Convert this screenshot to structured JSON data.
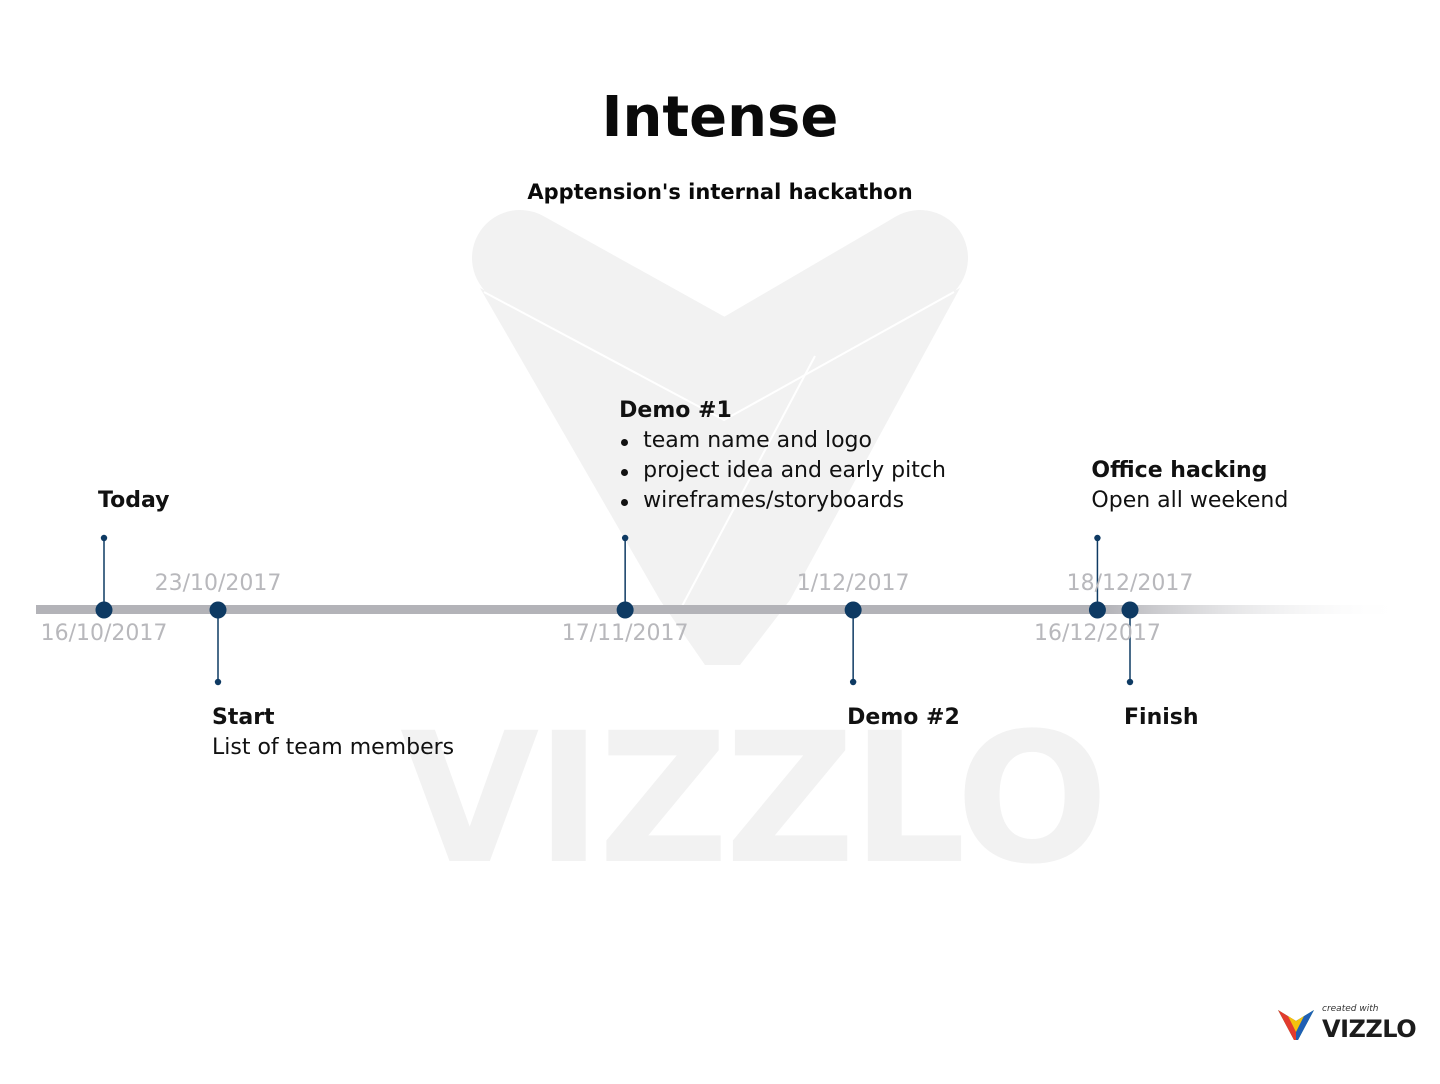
{
  "title": "Intense",
  "subtitle": "Apptension's internal hackathon",
  "colors": {
    "axis": "#b3b3b8",
    "marker": "#0e3a63",
    "date_text": "#b8b8bc",
    "watermark": "#f2f2f2"
  },
  "timeline": {
    "events": [
      {
        "date": "16/10/2017",
        "side": "top",
        "title": "Today",
        "description": "",
        "bullets": []
      },
      {
        "date": "23/10/2017",
        "side": "bottom",
        "title": "Start",
        "description": "List of team members",
        "bullets": []
      },
      {
        "date": "17/11/2017",
        "side": "top",
        "title": "Demo #1",
        "description": "",
        "bullets": [
          "team name and logo",
          "project idea and early pitch",
          "wireframes/storyboards"
        ]
      },
      {
        "date": "1/12/2017",
        "side": "bottom",
        "title": "Demo #2",
        "description": "",
        "bullets": []
      },
      {
        "date": "16/12/2017",
        "side": "top",
        "title": "Office hacking",
        "description": "Open all weekend",
        "bullets": []
      },
      {
        "date": "18/12/2017",
        "side": "bottom",
        "title": "Finish",
        "description": "",
        "bullets": []
      }
    ]
  },
  "watermark": {
    "text": "VIZZLO",
    "icon": "vizzlo-v-logo"
  },
  "logo": {
    "small_text": "created with",
    "word": "VIZZLO",
    "icon": "vizzlo-v-logo-icon"
  }
}
